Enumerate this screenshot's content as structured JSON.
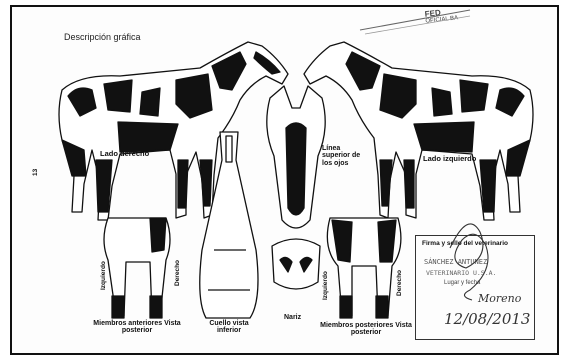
{
  "document": {
    "title": "Descripción gráfica",
    "labels": {
      "lado_derecho": "Lado derecho",
      "lado_izquierdo": "Lado izquierdo",
      "linea": "Línea superior de los ojos",
      "cuello": "Cuello vista inferior",
      "nariz": "Nariz",
      "miembros_anteriores": "Miembros anteriores Vista posterior",
      "miembros_posteriores": "Miembros posteriores Vista posterior",
      "izquierdo": "Izquierdo",
      "derecho": "Derecho",
      "page_number": "13"
    },
    "stamp": {
      "title": "Firma y sello del veterinario",
      "line1": "SÁNCHEZ ANTUNEZ",
      "line2": "VETERINARIO U.S.A.",
      "place_date_label": "Lugar y fecha",
      "handwritten_place": "Moreno",
      "handwritten_date": "12/08/2013"
    },
    "top_stamp": {
      "line1": "FED",
      "line2": "OFICIAL BA"
    }
  }
}
